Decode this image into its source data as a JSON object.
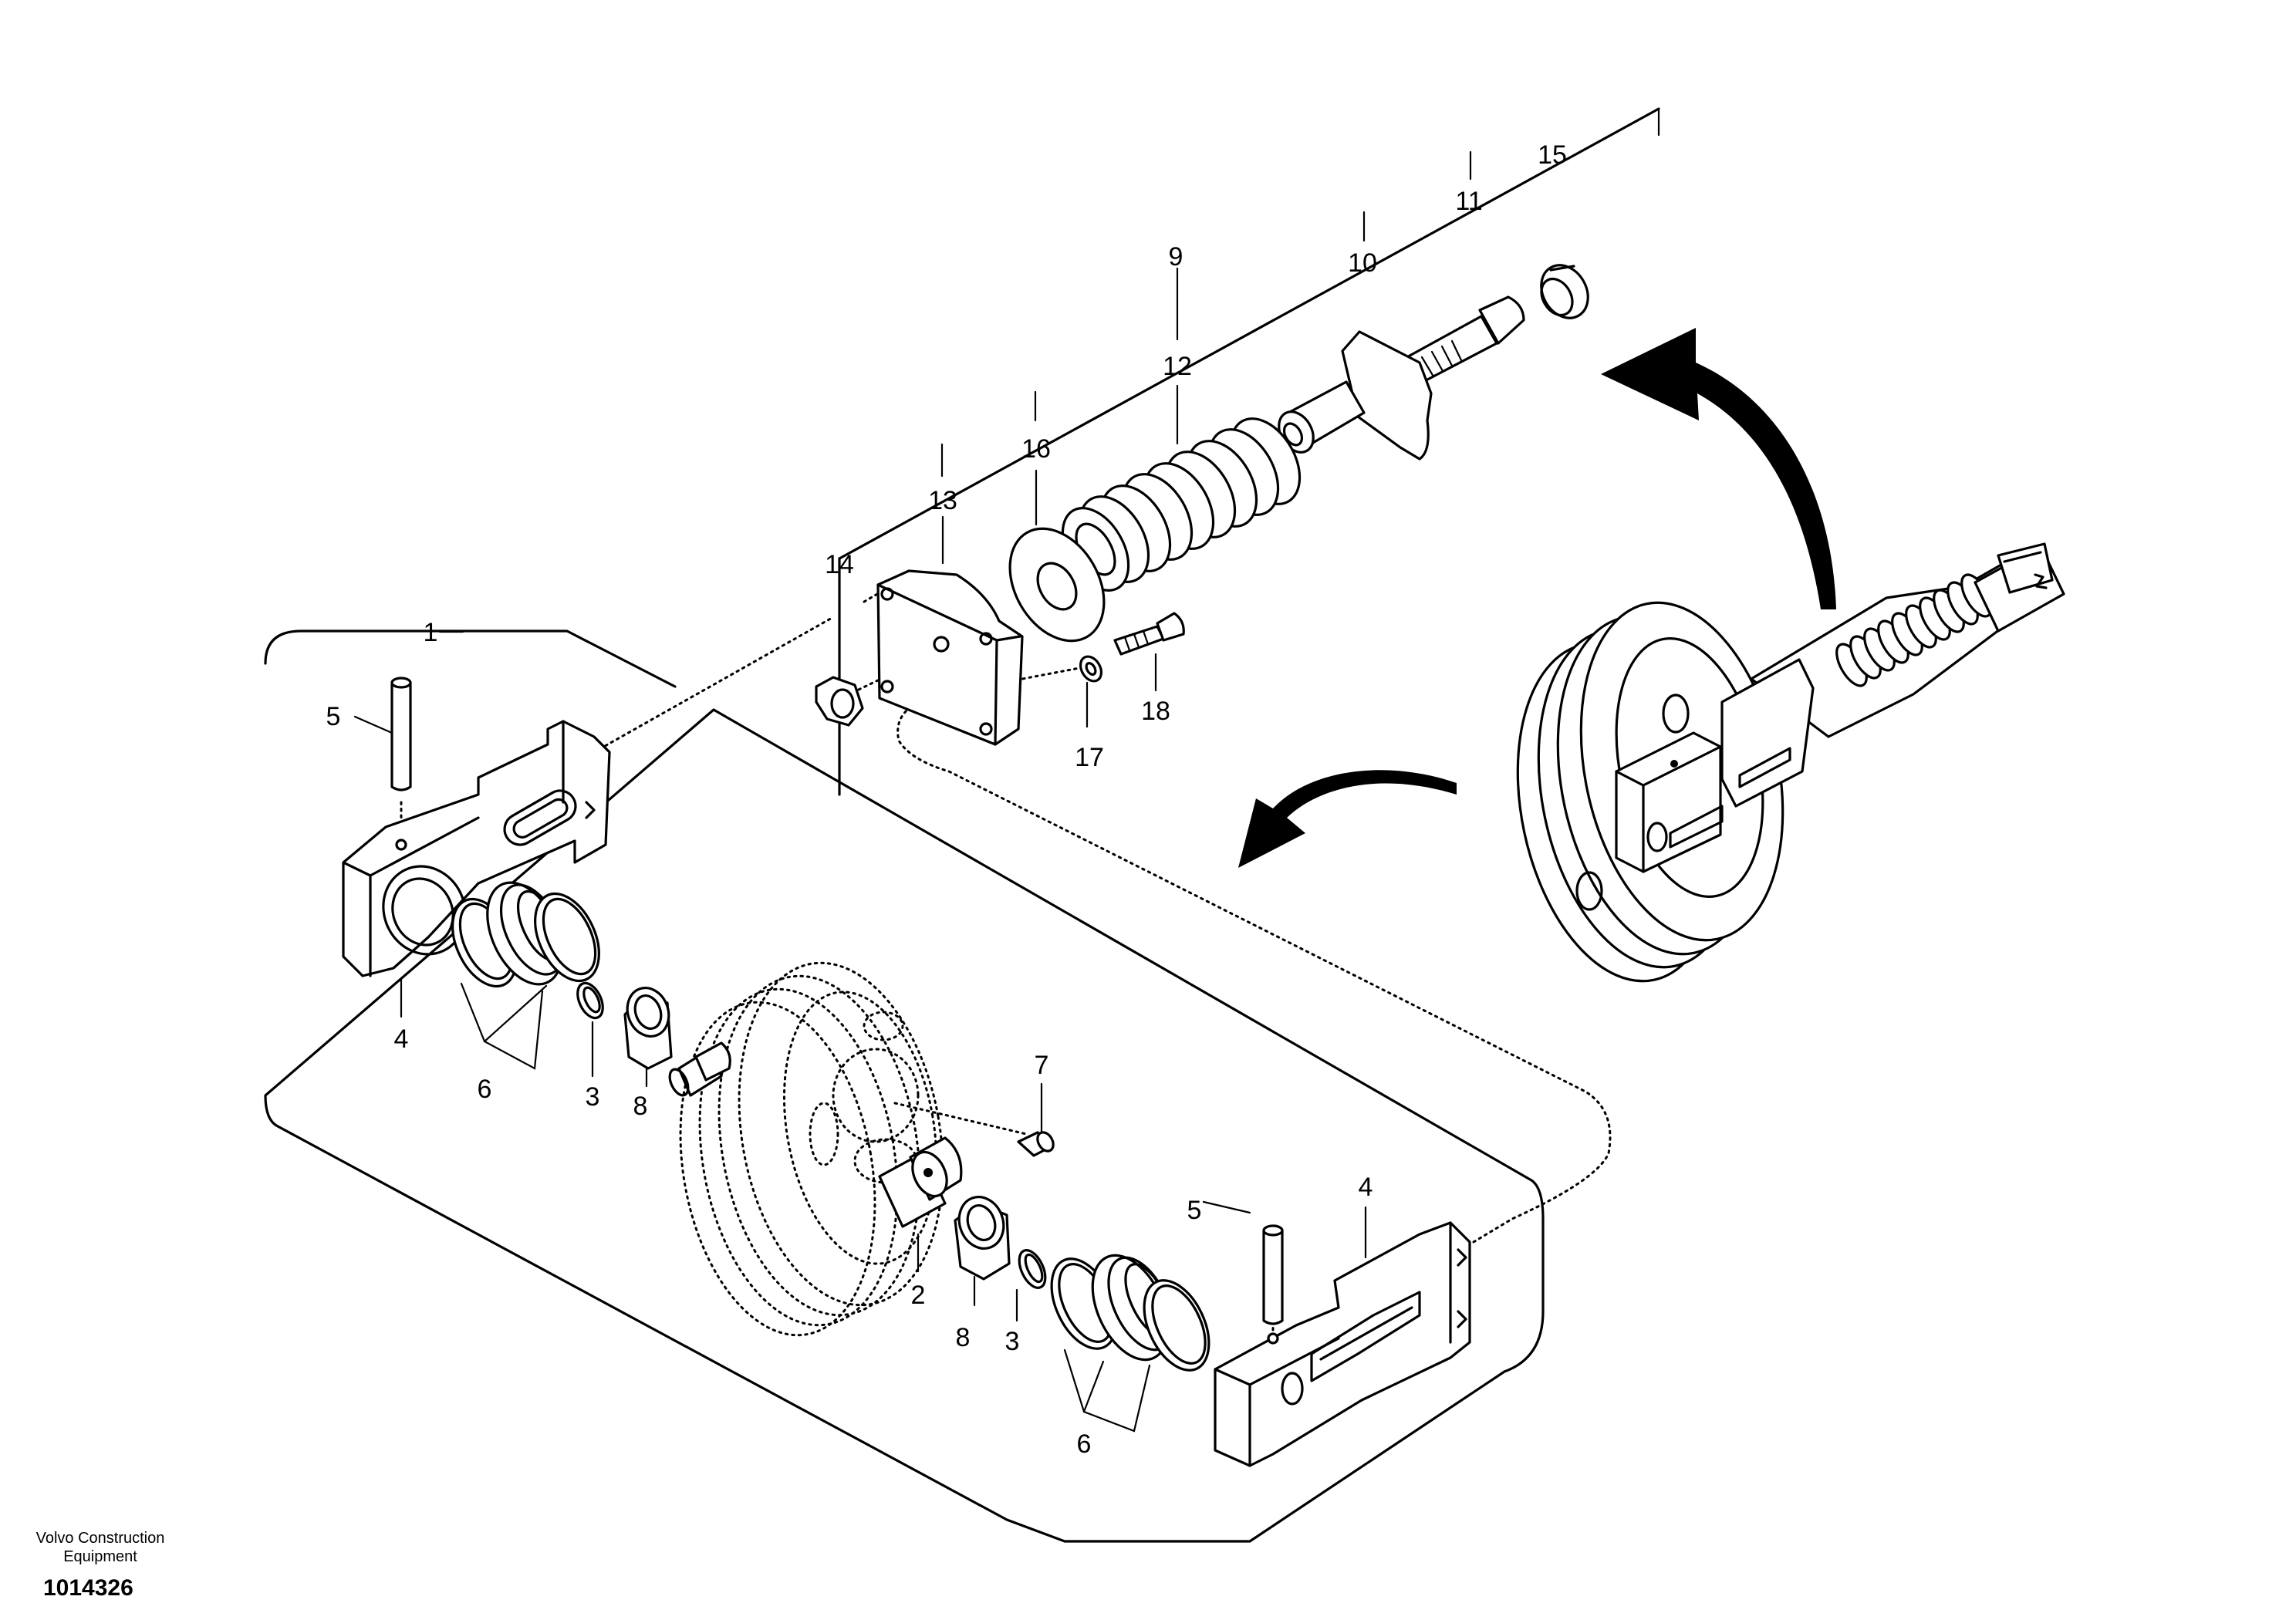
{
  "callouts": {
    "c1": "1",
    "c2": "2",
    "c3a": "3",
    "c3b": "3",
    "c4a": "4",
    "c4b": "4",
    "c5a": "5",
    "c5b": "5",
    "c6a": "6",
    "c6b": "6",
    "c7": "7",
    "c8a": "8",
    "c8b": "8",
    "c9": "9",
    "c10": "10",
    "c11": "11",
    "c12": "12",
    "c13": "13",
    "c14": "14",
    "c15": "15",
    "c16": "16",
    "c17": "17",
    "c18": "18"
  },
  "footer": {
    "company_line1": "Volvo Construction",
    "company_line2": "Equipment",
    "drawing_number": "1014326"
  }
}
